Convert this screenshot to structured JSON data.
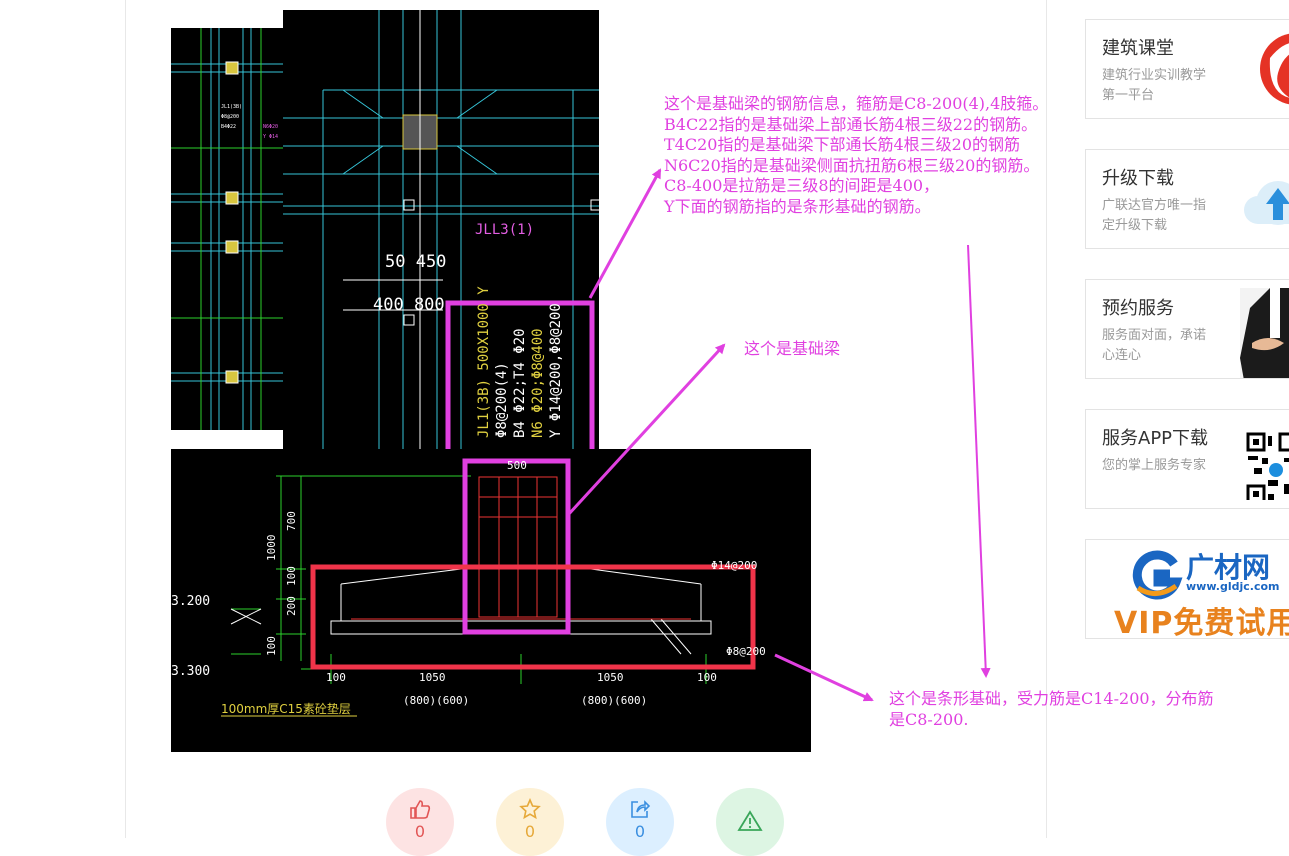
{
  "annotations": {
    "rebar_info_lines": [
      "这个是基础梁的钢筋信息，箍筋是C8-200(4),4肢箍。",
      "B4C22指的是基础梁上部通长筋4根三级22的钢筋。",
      "T4C20指的是基础梁下部通长筋4根三级20的钢筋",
      "N6C20指的是基础梁侧面抗扭筋6根三级20的钢筋。",
      "C8-400是拉筋是三级8的间距是400，",
      "Y下面的钢筋指的是条形基础的钢筋。"
    ],
    "beam_label": "这个是基础梁",
    "strip_lines": [
      "这个是条形基础，受力筋是C14-200，分布筋",
      "是C8-200."
    ]
  },
  "cad": {
    "beam_code": "JLL3(1)",
    "dim_50_450": "50 450",
    "dim_400_800": "400 800",
    "label_lines": [
      "JL1(3B) 500X1000 Y",
      "Φ8@200(4)",
      "B4 Φ22;T4 Φ20",
      "N6 Φ20;Φ8@400",
      "Y Φ14@200,Φ8@200"
    ],
    "elev_top": "3.200",
    "elev_bot": "3.300",
    "dim_700": "700",
    "dim_1000": "1000",
    "dim_100": "100",
    "dim_200": "200",
    "dim_500": "500",
    "rebar_top": "Φ14@200",
    "rebar_bot": "Φ8@200",
    "base_note": "100mm厚C15素砼垫层",
    "bottom_dims": [
      "100",
      "1050",
      "1050",
      "100"
    ],
    "bottom_sub": [
      "(800)(600)",
      "(800)(600)"
    ]
  },
  "sidebar": {
    "cards": [
      {
        "title": "建筑课堂",
        "desc": "建筑行业实训教学第一平台",
        "icon": "logo-swirl-icon"
      },
      {
        "title": "升级下载",
        "desc": "广联达官方唯一指定升级下载",
        "icon": "cloud-upload-icon"
      },
      {
        "title": "预约服务",
        "desc": "服务面对面，承诺心连心",
        "icon": "handshake-icon"
      },
      {
        "title": "服务APP下载",
        "desc": "您的掌上服务专家",
        "icon": "qr-code-icon"
      }
    ],
    "banner": {
      "brand": "广材网",
      "url": "www.gldjc.com",
      "slogan": "VIP免费试用"
    }
  },
  "actions": [
    {
      "name": "like",
      "count": "0",
      "bg": "#fde3e3",
      "fg": "#e25656",
      "icon": "thumbs-up-icon"
    },
    {
      "name": "favorite",
      "count": "0",
      "bg": "#fdf1d6",
      "fg": "#e6a93a",
      "icon": "star-icon"
    },
    {
      "name": "share",
      "count": "0",
      "bg": "#dcefff",
      "fg": "#3b8fe0",
      "icon": "share-icon"
    },
    {
      "name": "report",
      "count": "",
      "bg": "#ddf5e3",
      "fg": "#3aa65a",
      "icon": "warning-icon"
    }
  ]
}
